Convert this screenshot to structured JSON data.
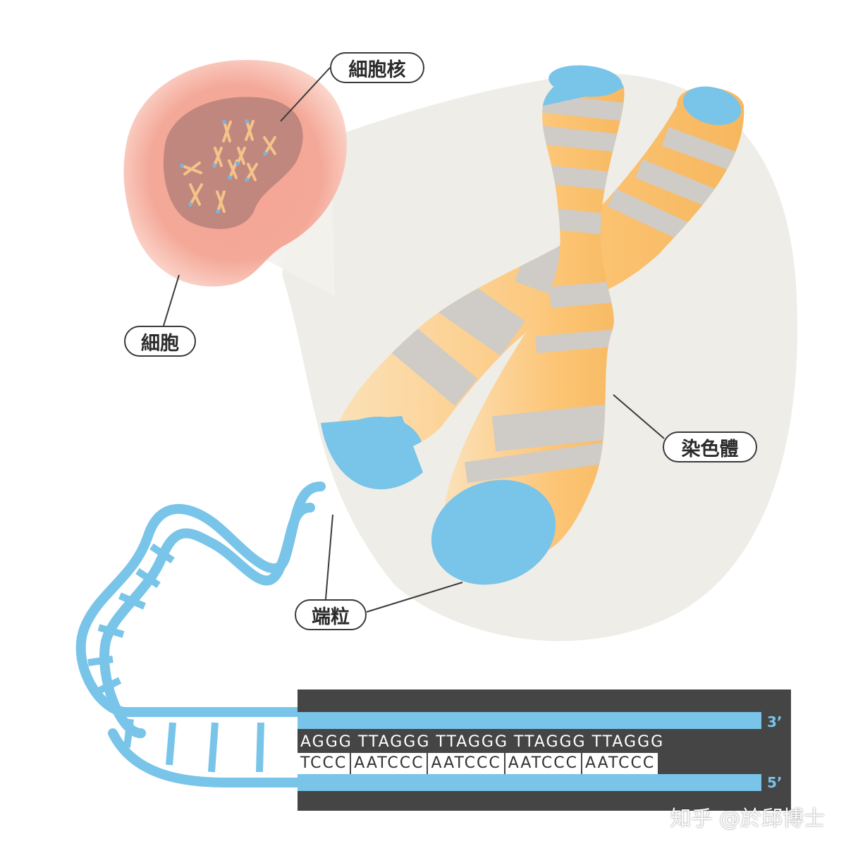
{
  "labels": {
    "nucleus": "細胞核",
    "cell": "細胞",
    "chromosome": "染色體",
    "telomere": "端粒"
  },
  "sequence": {
    "top_groups": [
      "AGGG",
      "TTAGGG",
      "TTAGGG",
      "TTAGGG",
      "TTAGGG"
    ],
    "bottom_groups": [
      "TCCC",
      "AATCCC",
      "AATCCC",
      "AATCCC",
      "AATCCC"
    ],
    "end_top": "3’",
    "end_bottom": "5’"
  },
  "watermark": "知乎 @於邱博士",
  "colors": {
    "cell": "#f3a192",
    "nucleus": "#c0877e",
    "chromosome_orange": "#fbc06e",
    "chromosome_band": "#cfcbc6",
    "telomere_blue": "#79c4e9",
    "panel": "#444444"
  }
}
